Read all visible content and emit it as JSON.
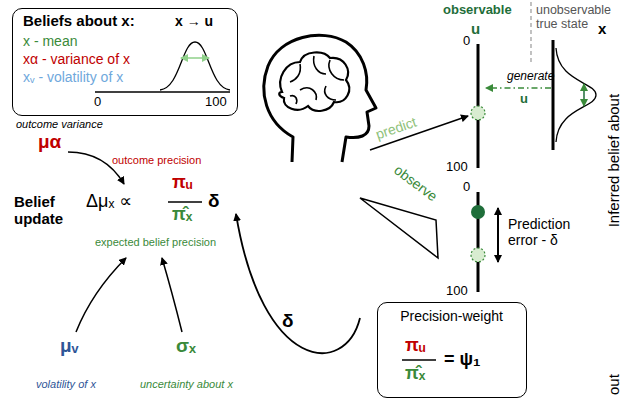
{
  "diagram": {
    "nodes": [
      {
        "text": [
          "Beliefs about x:",
          "x - mean",
          "xα - variance of x",
          "xᵥ - volatility of x",
          "x → u",
          "0",
          "100"
        ]
      },
      {
        "text": [
          "Precision-weight",
          "πᵤ",
          "π̂ₓ",
          "= ψ₁"
        ]
      }
    ],
    "labels": [
      "observable",
      "unobservable true state",
      "u",
      "x",
      "0",
      "100",
      "predict",
      "observe",
      "generate",
      "u",
      "0",
      "100",
      "Prediction error - δ",
      "Inferred belief about",
      "out",
      "outcome variance",
      "μα",
      "outcome precision",
      "Belief update",
      "Δμₓ ∝",
      "πᵤ",
      "π̂ₓ",
      "δ",
      "expected belief precision",
      "μᵥ",
      "volatility of x",
      "σₓ",
      "uncertainty about x",
      "δ"
    ]
  }
}
